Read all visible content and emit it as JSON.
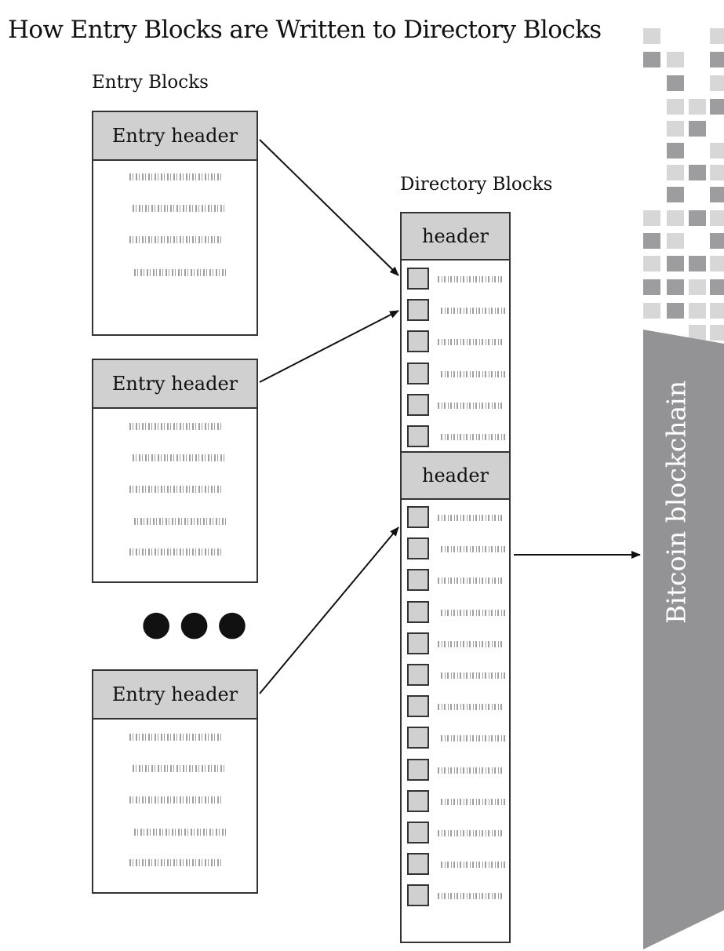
{
  "title": "How Entry Blocks are Written to Directory Blocks",
  "entry_blocks_label": "Entry Blocks",
  "directory_blocks_label": "Directory Blocks",
  "entry_blocks": [
    {
      "header": "Entry header"
    },
    {
      "header": "Entry header"
    },
    {
      "header": "Entry header"
    }
  ],
  "ellipsis": "●●●",
  "directory_blocks": [
    {
      "header": "header"
    },
    {
      "header": "header"
    }
  ],
  "chain_label": "Bitcoin blockchain",
  "colors": {
    "header_fill": "#d0d0d1",
    "chain_fill": "#939395",
    "outline": "#333333"
  }
}
